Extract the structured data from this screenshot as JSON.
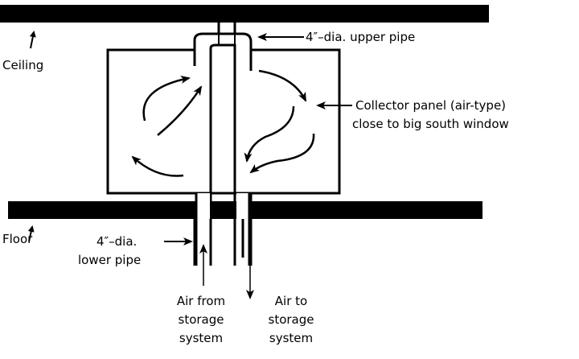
{
  "labels": {
    "upper_pipe": "4″–dia. upper pipe",
    "ceiling": "Ceiling",
    "collector_line1": "Collector panel (air-type)",
    "collector_line2": "close to big south window",
    "floor": "Floor",
    "lower_pipe_line1": "4″–dia.",
    "lower_pipe_line2": "lower pipe",
    "air_from": [
      "Air from",
      "storage",
      "system"
    ],
    "air_to": [
      "Air to",
      "storage",
      "system"
    ]
  }
}
